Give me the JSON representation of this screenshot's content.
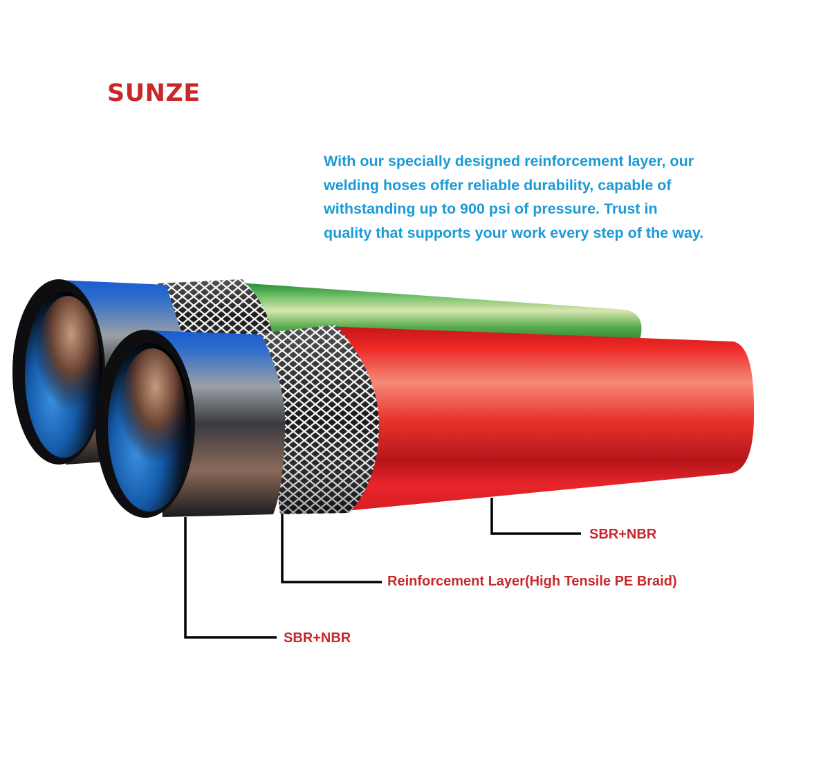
{
  "brand": {
    "logo_text": "SUNZE"
  },
  "description": "With our specially designed reinforcement layer, our\nwelding hoses offer reliable durability, capable of\nwithstanding up to 900 psi of pressure. Trust in\nquality that supports your work every step of the way.",
  "callouts": [
    {
      "id": "outer-cover",
      "label": "SBR+NBR"
    },
    {
      "id": "reinforcement-layer",
      "label": "Reinforcement Layer(High Tensile PE Braid)"
    },
    {
      "id": "inner-tube",
      "label": "SBR+NBR"
    }
  ],
  "colors": {
    "brand_red": "#c8282a",
    "text_blue": "#1b9ad6",
    "green_hose": "#2e9a3a",
    "red_hose": "#d8242a",
    "inner_blue": "#1f6fd0"
  }
}
